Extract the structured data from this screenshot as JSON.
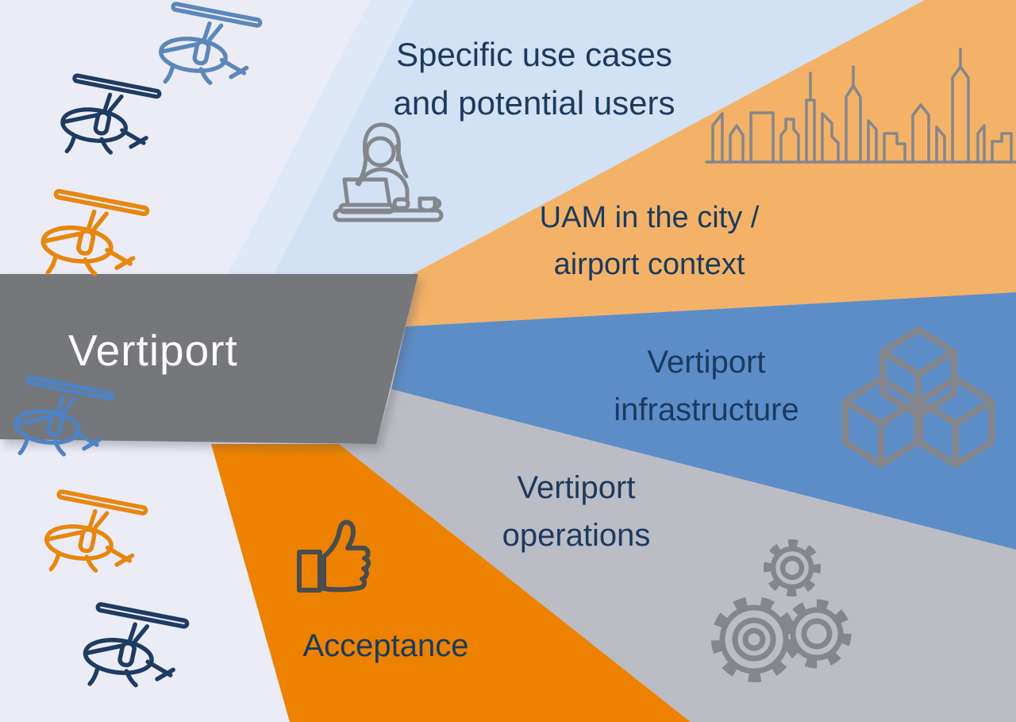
{
  "title": "Vertiport UAM research topics fan diagram",
  "center_box": {
    "label": "Vertiport"
  },
  "rays": [
    {
      "id": "use-cases",
      "line1": "Specific use cases",
      "line2": "and potential users",
      "icon": "woman-laptop-icon",
      "color": "#d2e1f4"
    },
    {
      "id": "uam-city",
      "line1": "UAM in the city /",
      "line2": "airport context",
      "icon": "city-skyline-icon",
      "color": "#f3b267"
    },
    {
      "id": "infrastructure",
      "line1": "Vertiport",
      "line2": "infrastructure",
      "icon": "cubes-icon",
      "color": "#5d8dc6"
    },
    {
      "id": "operations",
      "line1": "Vertiport",
      "line2": "operations",
      "icon": "gears-icon",
      "color": "#bcbcc4"
    },
    {
      "id": "acceptance",
      "line1": "Acceptance",
      "line2": "",
      "icon": "thumbs-up-icon",
      "color": "#ec8200"
    }
  ],
  "colors": {
    "background": "#ececf6",
    "wedge_highlight": "#dfe8f7",
    "box_gray": "#76777b",
    "box_shadow": "#55565e",
    "text_navy": "#1b3a5f",
    "text_white": "#ffffff",
    "icon_gray": "#85868c",
    "icon_dark": "#4b4c4e"
  },
  "decorations": {
    "helicopters": [
      {
        "position": "top-left",
        "color": "#5b87bb"
      },
      {
        "position": "upper-left",
        "color": "#1d3c64"
      },
      {
        "position": "mid-left",
        "color": "#e8860f"
      },
      {
        "position": "over-box",
        "color": "#4e83c4"
      },
      {
        "position": "lower-left",
        "color": "#e8860f"
      },
      {
        "position": "bottom-left",
        "color": "#1d3c64"
      }
    ]
  }
}
